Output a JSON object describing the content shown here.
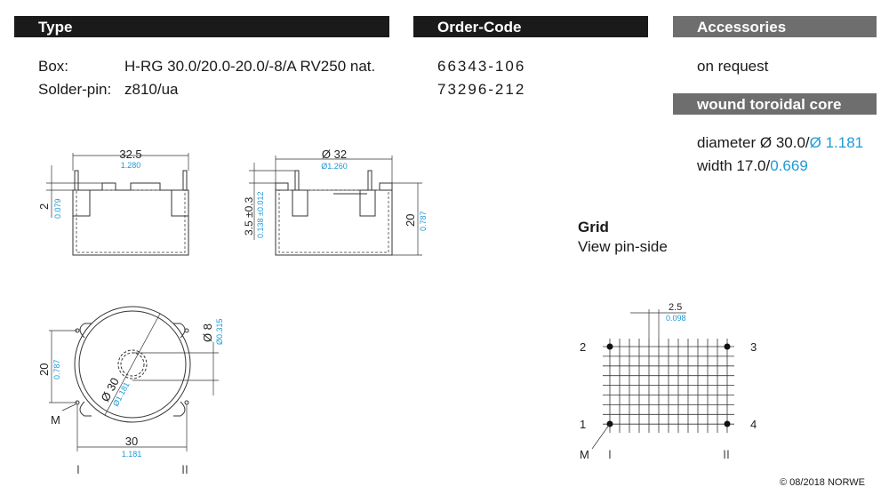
{
  "headers": {
    "type": "Type",
    "order_code": "Order-Code",
    "accessories": "Accessories",
    "wound_core": "wound toroidal core"
  },
  "rows": [
    {
      "label": "Box:",
      "value": "H-RG 30.0/20.0-20.0/-8/A RV250 nat.",
      "code": "66343-106"
    },
    {
      "label": "Solder-pin:",
      "value": "z810/ua",
      "code": "73296-212"
    }
  ],
  "accessories_value": "on request",
  "core": {
    "diameter_label": "diameter",
    "diameter_mm": "Ø 30.0/",
    "diameter_in": "Ø 1.181",
    "width_label": "width",
    "width_mm": "17.0/",
    "width_in": "0.669"
  },
  "grid": {
    "title": "Grid",
    "subtitle": "View pin-side",
    "pitch_mm": "2.5",
    "pitch_in": "0.098",
    "pins": [
      "1",
      "2",
      "3",
      "4"
    ],
    "mark": "M",
    "pos1": "I",
    "pos2": "II"
  },
  "drawing1": {
    "width_mm": "32.5",
    "width_in": "1.280",
    "h_mm": "2",
    "h_in": "0.079"
  },
  "drawing2": {
    "dia_mm": "Ø 32",
    "dia_in": "Ø1.260",
    "pin_mm": "3.5 ±0.3",
    "pin_in": "0.138 ±0.012",
    "h_mm": "20",
    "h_in": "0.787"
  },
  "drawing3": {
    "h_mm": "20",
    "h_in": "0.787",
    "hole_mm": "Ø 8",
    "hole_in": "Ø0.315",
    "dia_mm": "Ø 30",
    "dia_in": "Ø1.181",
    "w_mm": "30",
    "w_in": "1.181",
    "mark": "M",
    "pos1": "I",
    "pos2": "II"
  },
  "copyright": "© 08/2018 NORWE",
  "colors": {
    "blue": "#1e9ad6",
    "header_black": "#1a1a1a",
    "header_grey": "#6e6e6e"
  }
}
